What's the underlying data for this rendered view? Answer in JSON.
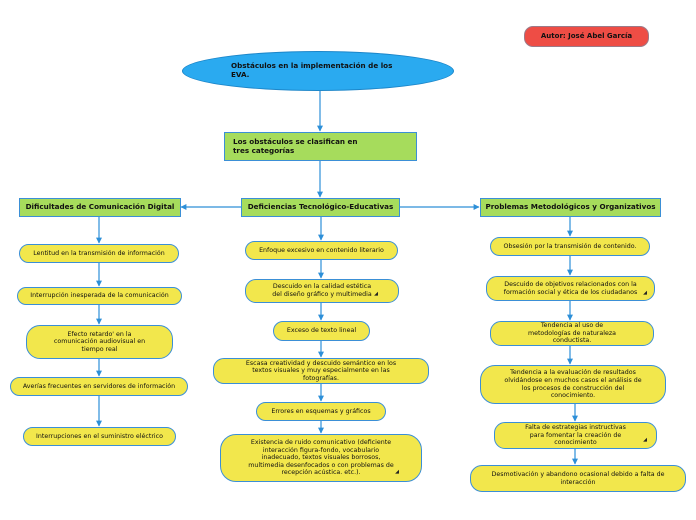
{
  "author": "Autor: José Abel García",
  "root": "Obstáculos en la implementación de los EVA.",
  "classify": "Los obstáculos se clasifican en tres categorías",
  "categories": [
    {
      "title": "Dificultades de Comunicación Digital",
      "items": [
        "Lentitud en la transmisión de información",
        "Interrupción inesperada de la comunicación",
        "Efecto retardo' en la comunicación audiovisual en tiempo real",
        "Averías frecuentes en servidores de información",
        "Interrupciones en el suministro eléctrico"
      ]
    },
    {
      "title": "Deficiencias Tecnológico-Educativas",
      "items": [
        "Enfoque excesivo en contenido literario",
        "Descuido en la calidad estética del diseño gráfico y multimedia",
        "Exceso de texto lineal",
        "Escasa creatividad y descuido semántico en los textos visuales y muy especialmente en las fotografías.",
        "Errores en esquemas y gráficos",
        "Existencia de ruido comunicativo (deficiente interacción figura-fondo, vocabulario inadecuado, textos visuales borrosos, multimedia desenfocados o con problemas de recepción acústica. etc.)."
      ]
    },
    {
      "title": "Problemas Metodológicos y Organizativos",
      "items": [
        "Obsesión por la transmisión de contenido.",
        "Descuido de objetivos relacionados con la formación social y ética de los ciudadanos",
        "Tendencia al uso de metodologías de naturaleza conductista.",
        "Tendencia a la evaluación de resultados olvidándose en muchos casos el análisis de los procesos de construcción del conocimiento.",
        "Falta de estrategias instructivas para fomentar la creación de conocimiento",
        "Desmotivación y abandono ocasional debido a falta de interacción"
      ]
    }
  ],
  "colors": {
    "connector": "#2d8fd8",
    "root": "#2aaaf0",
    "heading": "#a6dc5c",
    "item": "#f2e74c",
    "author": "#ee4d45"
  }
}
